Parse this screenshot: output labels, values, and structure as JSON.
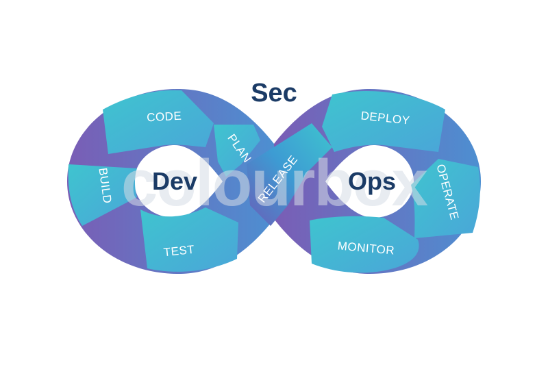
{
  "heading": "Sec",
  "left_center": "Dev",
  "right_center": "Ops",
  "stages": {
    "code": "CODE",
    "build": "BUILD",
    "test": "TEST",
    "plan": "PLAN",
    "release": "RELEASE",
    "deploy": "DEPLOY",
    "operate": "OPERATE",
    "monitor": "MONITOR"
  },
  "watermark": "colourbox",
  "colors": {
    "teal": "#3fc4cf",
    "purple": "#7a5db5",
    "blue": "#3d8fcf",
    "text_dark": "#1b3b66"
  }
}
